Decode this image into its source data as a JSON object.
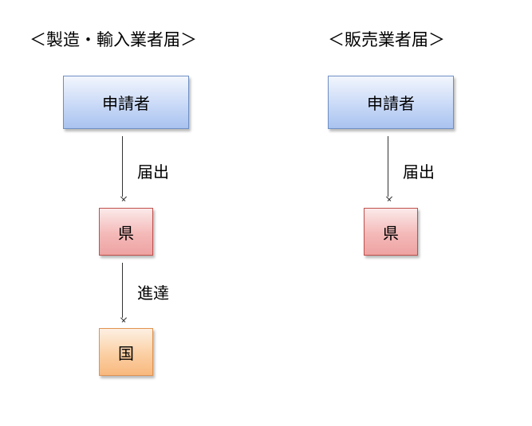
{
  "left_flow": {
    "heading": "＜製造・輸入業者届＞",
    "applicant": "申請者",
    "step1_label": "届出",
    "prefecture": "県",
    "step2_label": "進達",
    "nation": "国"
  },
  "right_flow": {
    "heading": "＜販売業者届＞",
    "applicant": "申請者",
    "step1_label": "届出",
    "prefecture": "県"
  },
  "colors": {
    "applicant_fill": "#c9d9f7",
    "prefecture_fill": "#f4b9b8",
    "nation_fill": "#fbcfa3"
  }
}
